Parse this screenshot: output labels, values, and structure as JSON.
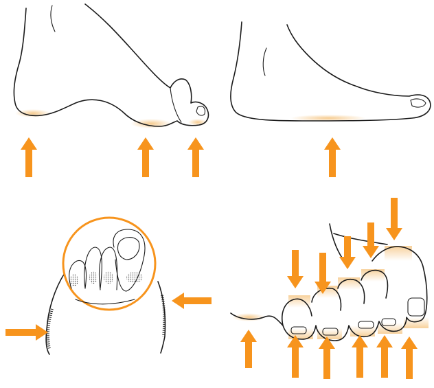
{
  "colors": {
    "arrow": "#F7941D",
    "pressure_glow": "#F6C98A",
    "outline": "#1a1a1a",
    "background": "#ffffff"
  },
  "panels": [
    {
      "id": "high-arch-foot",
      "icon": "foot-side-high-arch"
    },
    {
      "id": "flat-foot",
      "icon": "foot-side-flat"
    },
    {
      "id": "toe-squeeze-front",
      "icon": "foot-front-compressed-toes"
    },
    {
      "id": "hammer-toes",
      "icon": "foot-toes-closeup"
    }
  ]
}
